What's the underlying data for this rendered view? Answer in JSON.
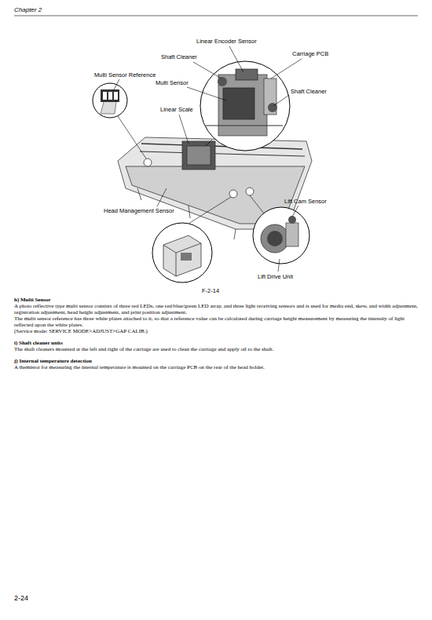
{
  "diagram": {
    "caption": "F-2-14",
    "labels": [
      "Chapter 2",
      "Linear Encoder Sensor",
      "Shaft Cleaner",
      "Carriage PCB",
      "Multi Sensor Reference",
      "Multi Sensor",
      "Shaft Cleaner",
      "Linear Scale",
      "Lift Cam Sensor",
      "Head Management Sensor",
      "Lift Drive Unit",
      "h) Multi Sensor",
      "A photo reflective type multi sensor consists of three red LEDs, one red/blue/green LED array, and three light receiving sensors and is used for media end, skew, and width adjustment, registration adjustment, head height adjustment, and print position adjustment.",
      "The multi sensor reference has three white plates attached to it, so that a reference value can be calculated during carriage height measurement by measuring the intensity of light reflected upon the white plates.",
      "(Service mode: SERVICE MODE>ADJUST>GAP CALIB.)",
      "i) Shaft cleaner units",
      "The shaft cleaners mounted at the left and right of the carriage are used to clean the carriage and apply oil to the shaft.",
      "j) Internal temperature detection",
      "A themistor for measuring the internal temperature is mounted on the carriage PCB on the rear of the head holder.",
      "2-24"
    ]
  }
}
